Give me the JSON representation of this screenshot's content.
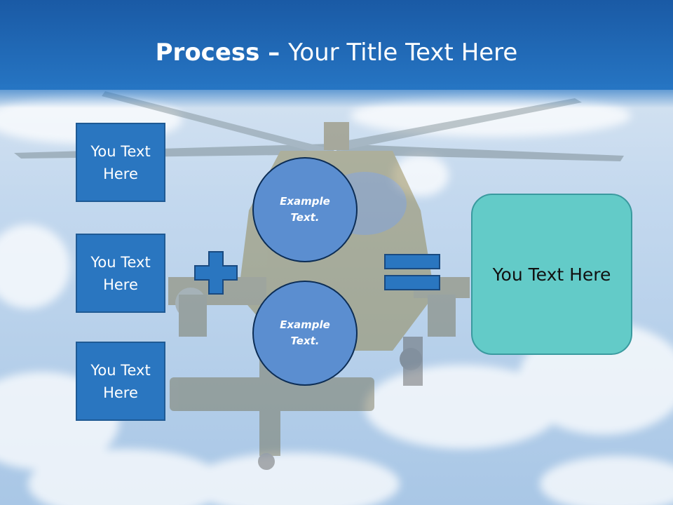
{
  "slide": {
    "title_bold": "Process",
    "title_separator": " – ",
    "title_rest": "Your Title Text Here"
  },
  "left_boxes": [
    {
      "text": "You Text Here"
    },
    {
      "text": "You Text Here"
    },
    {
      "text": "You Text Here"
    }
  ],
  "circles": [
    {
      "text": "Example Text."
    },
    {
      "text": "Example Text."
    }
  ],
  "result_box": {
    "text": "You Text Here"
  },
  "colors": {
    "title_band": "#1a5aa5",
    "box_fill": "#2a76c0",
    "circle_fill": "#5b8ed0",
    "result_fill": "#63cbc8"
  },
  "icons": {
    "operator_plus": "plus-icon",
    "operator_equals": "equals-icon",
    "background": "helicopter-in-sky"
  }
}
